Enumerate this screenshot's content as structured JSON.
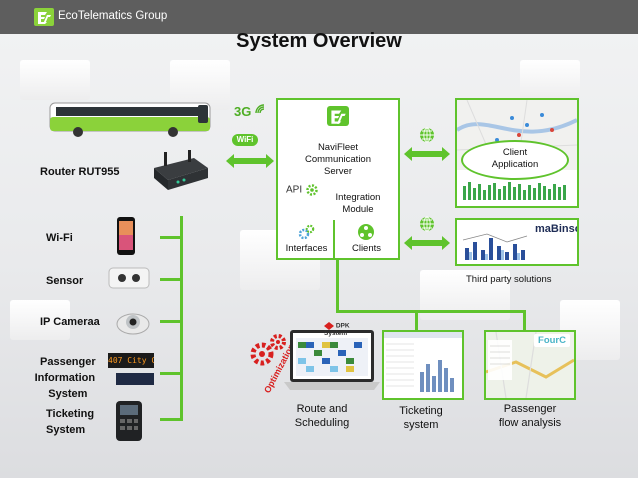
{
  "header": {
    "company": "EcoTelematics Group"
  },
  "title": "System Overview",
  "left": {
    "router": "Router  RUT955",
    "wifi": "Wi-Fi",
    "sensor": "Sensor",
    "ipcamera": "IP Cameraa",
    "pis_line1": "Passenger",
    "pis_line2": "Information",
    "pis_line3": "System",
    "ticketing_line1": "Ticketing",
    "ticketing_line2": "System"
  },
  "badges": {
    "net3g": "3G",
    "wifi": "WiFi",
    "api": "API"
  },
  "server": {
    "line1": "NaviFleet",
    "line2": "Communication",
    "line3": "Server",
    "integration_line1": "Integration",
    "integration_line2": "Module",
    "interfaces": "Interfaces",
    "clients": "Clients"
  },
  "client_app": {
    "line1": "Client",
    "line2": "Application"
  },
  "third_party": {
    "brand": "maBinso",
    "caption": "Third party solutions"
  },
  "bottom": {
    "optimization": "Optimization",
    "dpk": "DPK System",
    "fourc": "FourC",
    "route_line1": "Route and",
    "route_line2": "Scheduling",
    "tick_line1": "Ticketing",
    "tick_line2": "system",
    "flow_line1": "Passenger",
    "flow_line2": "flow analysis"
  },
  "display_signs": {
    "route_no": "407",
    "destination": "City Centre"
  },
  "colors": {
    "accent": "#5fc32c",
    "header": "#5e5e5e",
    "bus": "#8bd23a"
  }
}
